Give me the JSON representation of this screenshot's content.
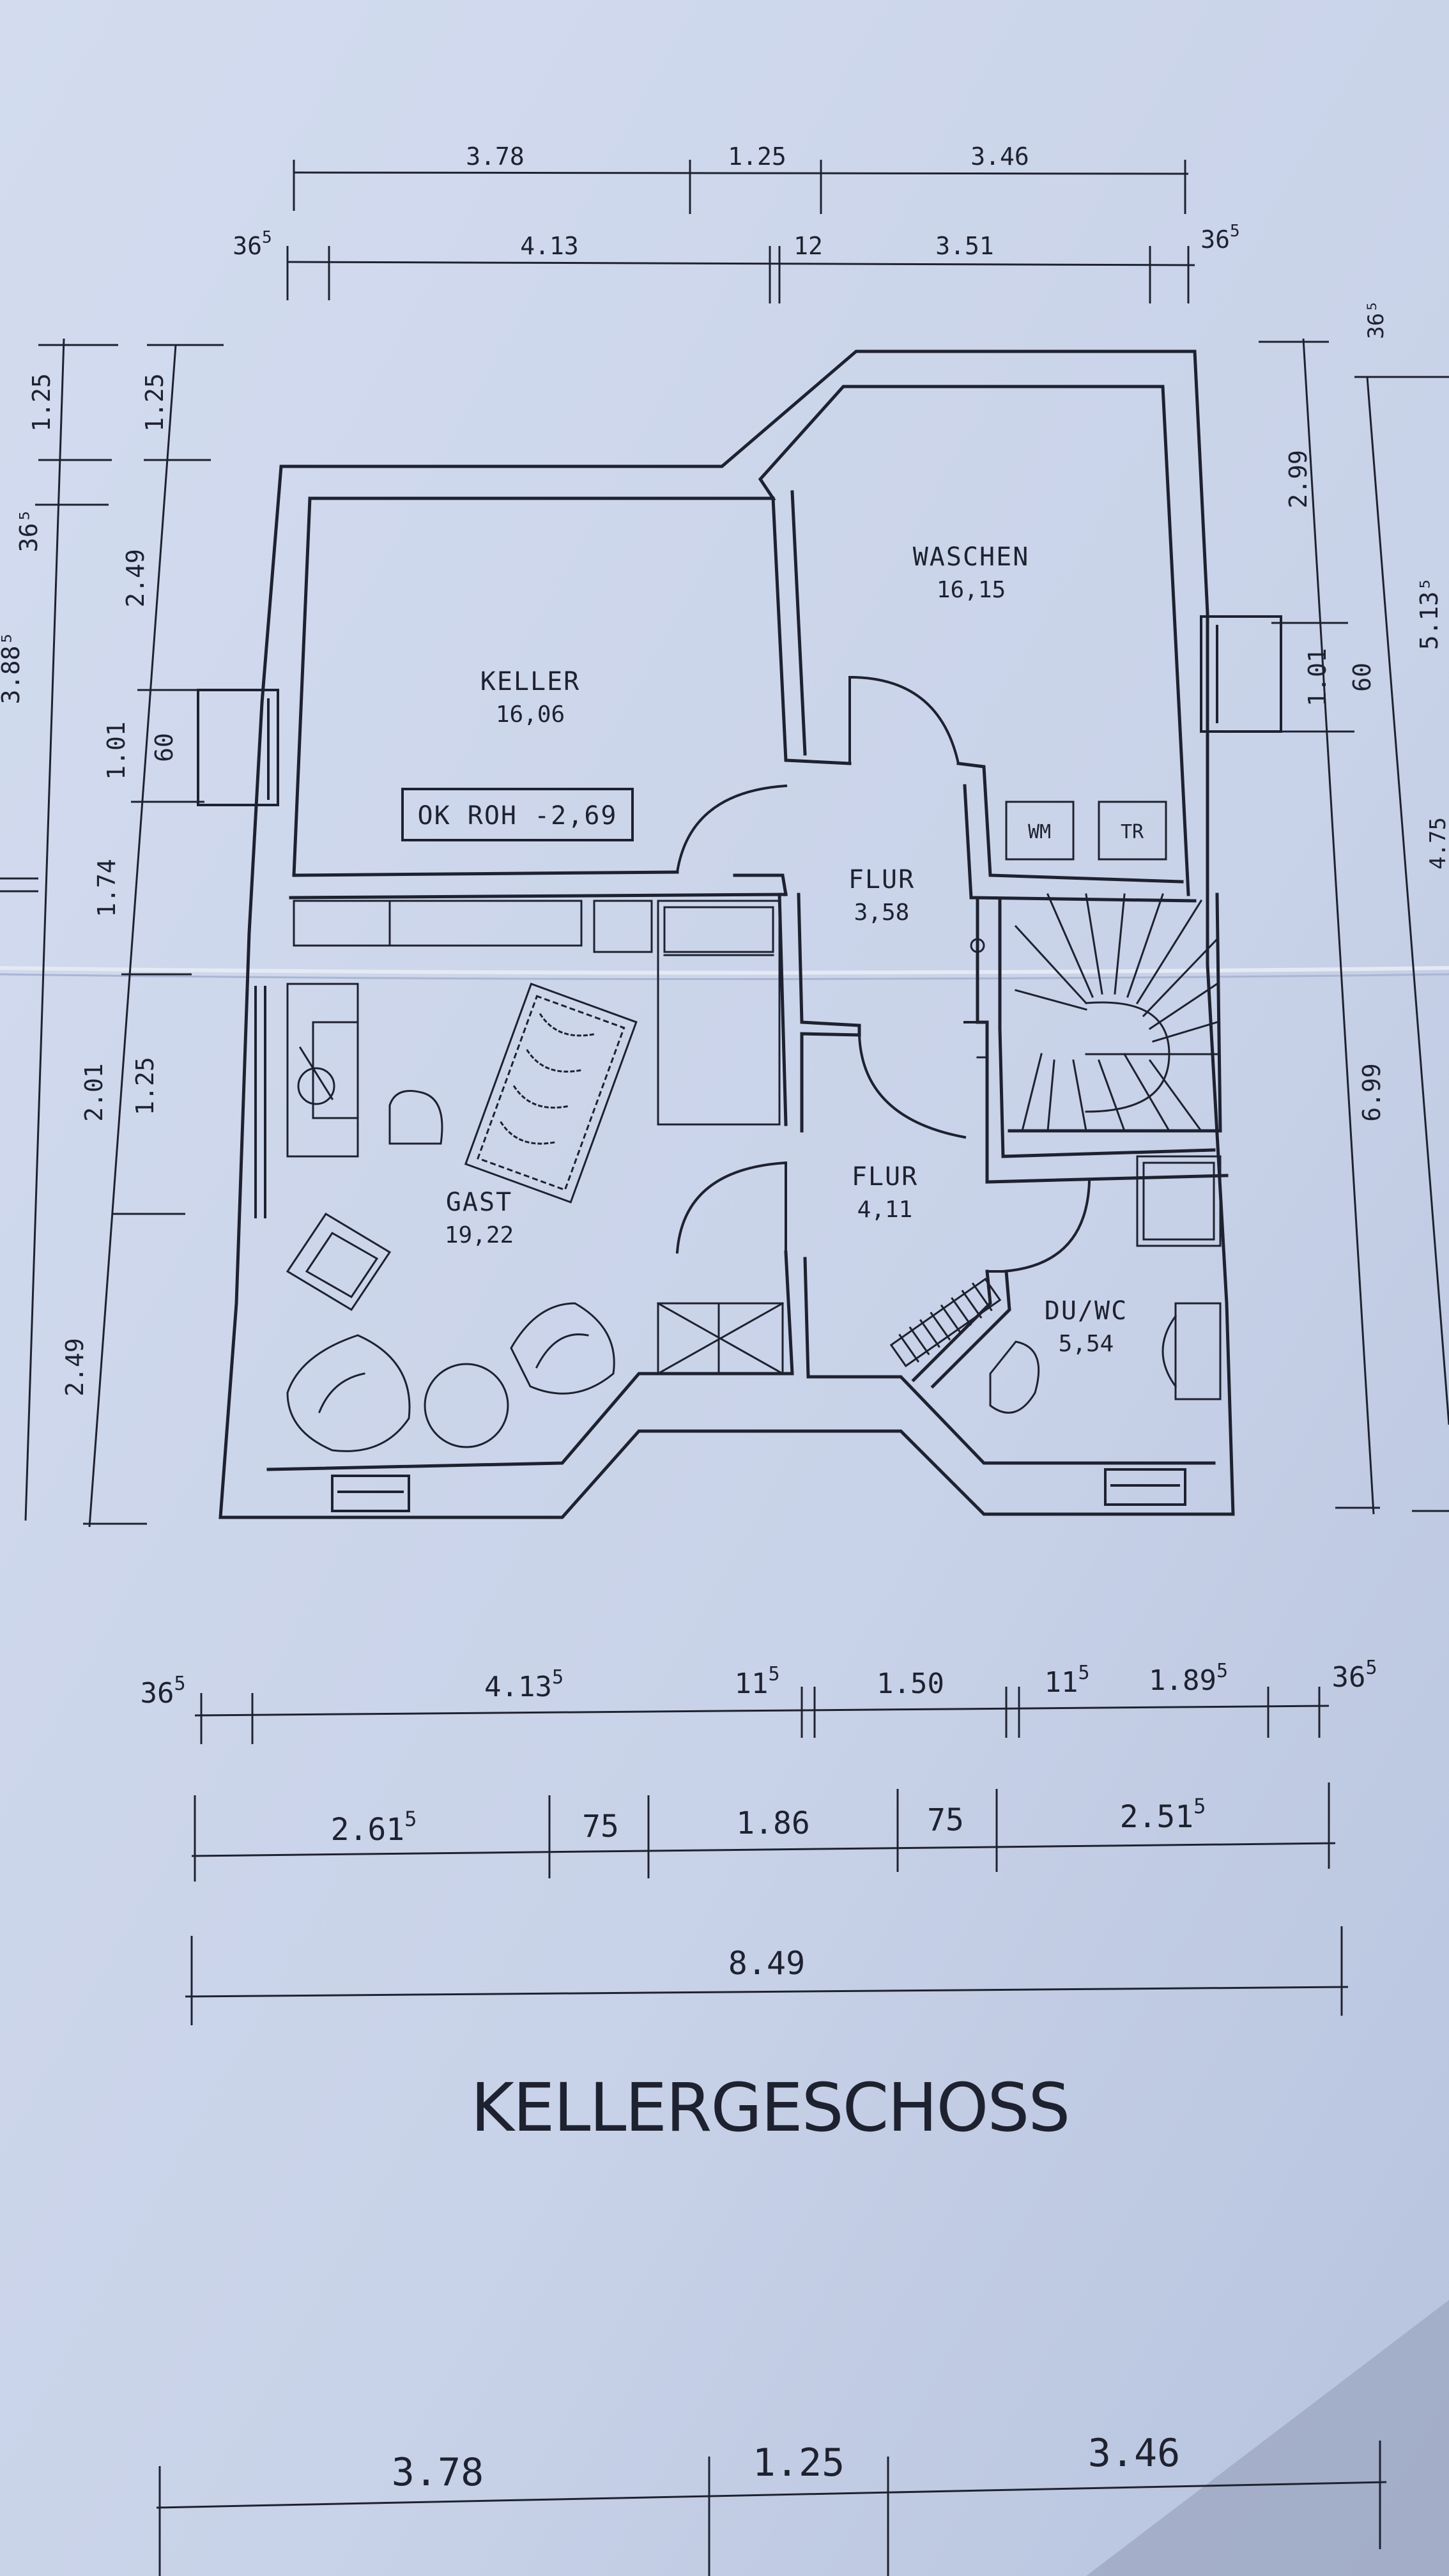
{
  "title": "KELLERGESCHOSS",
  "rooms": {
    "keller": {
      "name": "KELLER",
      "area": "16,06",
      "note": "OK ROH -2,69"
    },
    "waschen": {
      "name": "WASCHEN",
      "area": "16,15"
    },
    "flur1": {
      "name": "FLUR",
      "area": "3,58"
    },
    "flur2": {
      "name": "FLUR",
      "area": "4,11"
    },
    "gast": {
      "name": "GAST",
      "area": "19,22"
    },
    "duwc": {
      "name": "DU/WC",
      "area": "5,54"
    }
  },
  "appliances": {
    "wm": "WM",
    "tr": "TR"
  },
  "dims_top_1": [
    "3.78",
    "1.25",
    "3.46"
  ],
  "dims_top_2": {
    "left_base": "36",
    "left_sup": "5",
    "a": "4.13",
    "b": "12",
    "c": "3.51",
    "right_base": "36",
    "right_sup": "5"
  },
  "dims_left_1": [
    "1.25",
    "36⁵",
    "3.88⁵"
  ],
  "dims_left_2": [
    "1.25",
    "2.49",
    "1.01",
    "60",
    "1.74",
    "2.01",
    "1.25",
    "2.49"
  ],
  "dims_right": [
    "36⁵",
    "2.99",
    "1.01",
    "60",
    "5.13⁵",
    "6.99",
    "4.75"
  ],
  "dims_bottom_1": [
    {
      "base": "36",
      "sup": "5"
    },
    {
      "base": "4.13",
      "sup": "5"
    },
    {
      "base": "11",
      "sup": "5"
    },
    {
      "base": "1.50",
      "sup": ""
    },
    {
      "base": "11",
      "sup": "5"
    },
    {
      "base": "1.89",
      "sup": "5"
    },
    {
      "base": "36",
      "sup": "5"
    }
  ],
  "dims_bottom_2": [
    {
      "base": "2.61",
      "sup": "5"
    },
    {
      "base": "75",
      "sup": ""
    },
    {
      "base": "1.86",
      "sup": ""
    },
    {
      "base": "75",
      "sup": ""
    },
    {
      "base": "2.51",
      "sup": "5"
    }
  ],
  "dims_bottom_total": "8.49",
  "dims_footer": [
    "3.78",
    "1.25",
    "3.46"
  ],
  "colors": {
    "paper": "#c9d3e8",
    "ink": "#1e2230"
  }
}
